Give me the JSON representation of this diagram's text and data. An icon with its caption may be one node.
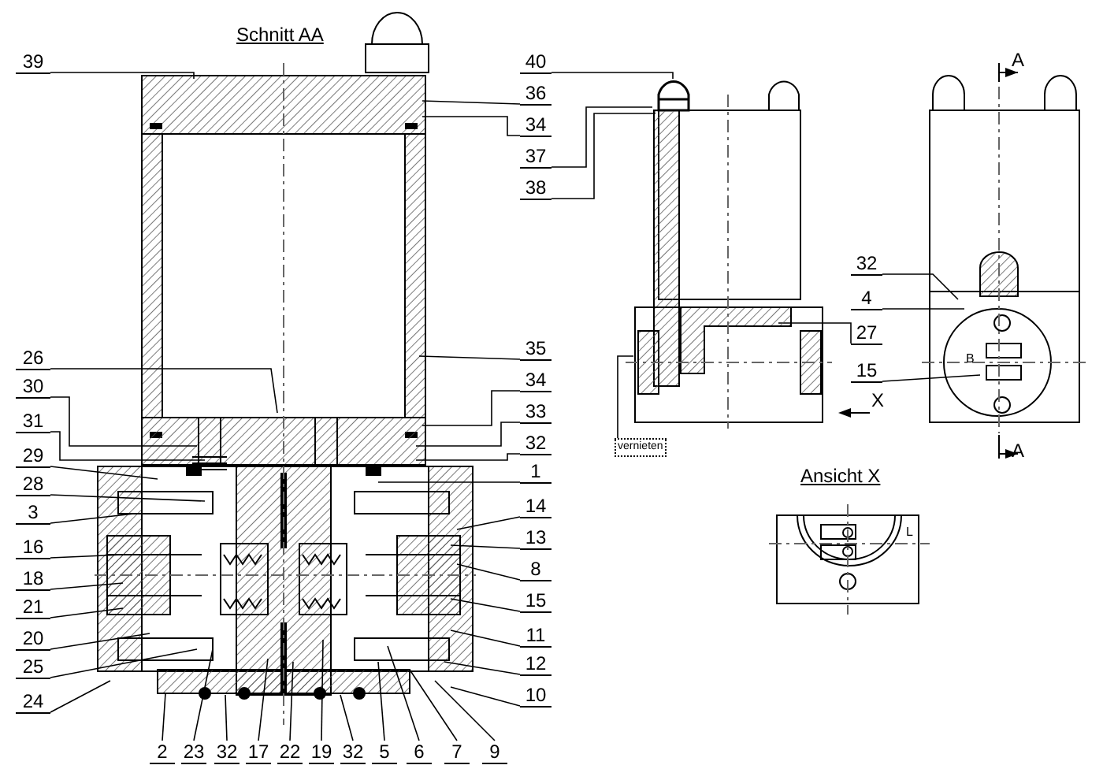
{
  "diagram": {
    "nodes": [
      {
        "text": [
          "39"
        ]
      },
      {
        "text": [
          "40"
        ]
      },
      {
        "text": [
          "36"
        ]
      },
      {
        "text": [
          "34"
        ]
      },
      {
        "text": [
          "37"
        ]
      },
      {
        "text": [
          "38"
        ]
      },
      {
        "text": [
          "26"
        ]
      },
      {
        "text": [
          "30"
        ]
      },
      {
        "text": [
          "31"
        ]
      },
      {
        "text": [
          "29"
        ]
      },
      {
        "text": [
          "28"
        ]
      },
      {
        "text": [
          "3"
        ]
      },
      {
        "text": [
          "16"
        ]
      },
      {
        "text": [
          "18"
        ]
      },
      {
        "text": [
          "21"
        ]
      },
      {
        "text": [
          "20"
        ]
      },
      {
        "text": [
          "25"
        ]
      },
      {
        "text": [
          "24"
        ]
      },
      {
        "text": [
          "35"
        ]
      },
      {
        "text": [
          "34"
        ]
      },
      {
        "text": [
          "33"
        ]
      },
      {
        "text": [
          "32"
        ]
      },
      {
        "text": [
          "1"
        ]
      },
      {
        "text": [
          "14"
        ]
      },
      {
        "text": [
          "13"
        ]
      },
      {
        "text": [
          "8"
        ]
      },
      {
        "text": [
          "15"
        ]
      },
      {
        "text": [
          "11"
        ]
      },
      {
        "text": [
          "12"
        ]
      },
      {
        "text": [
          "10"
        ]
      },
      {
        "text": [
          "2"
        ]
      },
      {
        "text": [
          "23"
        ]
      },
      {
        "text": [
          "32"
        ]
      },
      {
        "text": [
          "17"
        ]
      },
      {
        "text": [
          "22"
        ]
      },
      {
        "text": [
          "19"
        ]
      },
      {
        "text": [
          "32"
        ]
      },
      {
        "text": [
          "5"
        ]
      },
      {
        "text": [
          "6"
        ]
      },
      {
        "text": [
          "7"
        ]
      },
      {
        "text": [
          "9"
        ]
      },
      {
        "text": [
          "32"
        ]
      },
      {
        "text": [
          "4"
        ]
      },
      {
        "text": [
          "27"
        ]
      },
      {
        "text": [
          "15"
        ]
      },
      {
        "text": [
          "vernieten"
        ]
      },
      {
        "text": [],
        "shape": "picture"
      }
    ],
    "edges": [
      {
        "from": 0,
        "to": null,
        "arrow": "none"
      },
      {
        "from": 1,
        "to": 46,
        "arrow": "none"
      },
      {
        "from": 2,
        "to": null,
        "arrow": "none"
      },
      {
        "from": 3,
        "to": null,
        "arrow": "none"
      },
      {
        "from": 4,
        "to": 46,
        "arrow": "none"
      },
      {
        "from": 5,
        "to": 46,
        "arrow": "none"
      },
      {
        "from": 6,
        "to": null,
        "arrow": "none"
      },
      {
        "from": 7,
        "to": null,
        "arrow": "none"
      },
      {
        "from": 8,
        "to": null,
        "arrow": "none"
      },
      {
        "from": 9,
        "to": null,
        "arrow": "none"
      },
      {
        "from": 10,
        "to": null,
        "arrow": "none"
      },
      {
        "from": 11,
        "to": null,
        "arrow": "none"
      },
      {
        "from": 12,
        "to": null,
        "arrow": "none"
      },
      {
        "from": 13,
        "to": null,
        "arrow": "none"
      },
      {
        "from": 14,
        "to": null,
        "arrow": "none"
      },
      {
        "from": 15,
        "to": null,
        "arrow": "none"
      },
      {
        "from": 16,
        "to": null,
        "arrow": "none"
      },
      {
        "from": 17,
        "to": null,
        "arrow": "none"
      },
      {
        "from": 18,
        "to": null,
        "arrow": "none"
      },
      {
        "from": 19,
        "to": null,
        "arrow": "none"
      },
      {
        "from": 20,
        "to": null,
        "arrow": "none"
      },
      {
        "from": 21,
        "to": null,
        "arrow": "none"
      },
      {
        "from": 22,
        "to": null,
        "arrow": "none"
      },
      {
        "from": 23,
        "to": null,
        "arrow": "none"
      },
      {
        "from": 24,
        "to": null,
        "arrow": "none"
      },
      {
        "from": 25,
        "to": null,
        "arrow": "none"
      },
      {
        "from": 26,
        "to": null,
        "arrow": "none"
      },
      {
        "from": 27,
        "to": null,
        "arrow": "none"
      },
      {
        "from": 28,
        "to": null,
        "arrow": "none"
      },
      {
        "from": 29,
        "to": null,
        "arrow": "none"
      },
      {
        "from": 30,
        "to": null,
        "arrow": "none"
      },
      {
        "from": 31,
        "to": null,
        "arrow": "none"
      },
      {
        "from": 32,
        "to": null,
        "arrow": "none"
      },
      {
        "from": 33,
        "to": null,
        "arrow": "none"
      },
      {
        "from": 34,
        "to": null,
        "arrow": "none"
      },
      {
        "from": 35,
        "to": null,
        "arrow": "none"
      },
      {
        "from": 36,
        "to": null,
        "arrow": "none"
      },
      {
        "from": 37,
        "to": null,
        "arrow": "none"
      },
      {
        "from": 38,
        "to": null,
        "arrow": "none"
      },
      {
        "from": 39,
        "to": null,
        "arrow": "none"
      },
      {
        "from": 40,
        "to": null,
        "arrow": "none"
      },
      {
        "from": 41,
        "to": null,
        "arrow": "none"
      },
      {
        "from": 42,
        "to": null,
        "arrow": "none"
      },
      {
        "from": 43,
        "to": 46,
        "arrow": "none"
      },
      {
        "from": 44,
        "to": null,
        "arrow": "none"
      },
      {
        "from": 45,
        "to": 46,
        "arrow": "none"
      }
    ],
    "labels": [
      "Schnitt AA",
      "A",
      "B",
      "X",
      "A",
      "Ansicht X",
      "L"
    ]
  }
}
